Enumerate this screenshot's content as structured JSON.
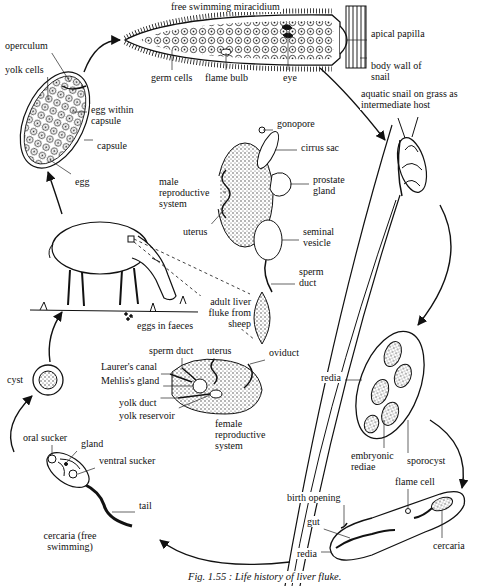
{
  "diagram": {
    "caption": "Fig. 1.55 : Life history of liver fluke.",
    "labels": [
      "free swimming miracidium",
      "apical papilla",
      "operculum",
      "yolk cells",
      "egg within capsule",
      "capsule",
      "egg",
      "germ cells",
      "flame bulb",
      "eye",
      "body wall of snail",
      "aquatic snail on grass as intermediate host",
      "gonopore",
      "cirrus sac",
      "male reproductive system",
      "uterus",
      "prostate gland",
      "seminal vesicle",
      "sperm duct",
      "adult liver fluke from sheep",
      "eggs in faeces",
      "cyst",
      "sperm duct",
      "uterus",
      "oviduct",
      "Laurer's canal",
      "Mehlis's gland",
      "yolk duct",
      "yolk reservoir",
      "female reproductive system",
      "redia",
      "embryonic rediae",
      "sporocyst",
      "flame cell",
      "birth opening",
      "gut",
      "cercaria",
      "redia",
      "oral sucker",
      "gland",
      "ventral sucker",
      "tail",
      "cercaria (free swimming)"
    ]
  }
}
